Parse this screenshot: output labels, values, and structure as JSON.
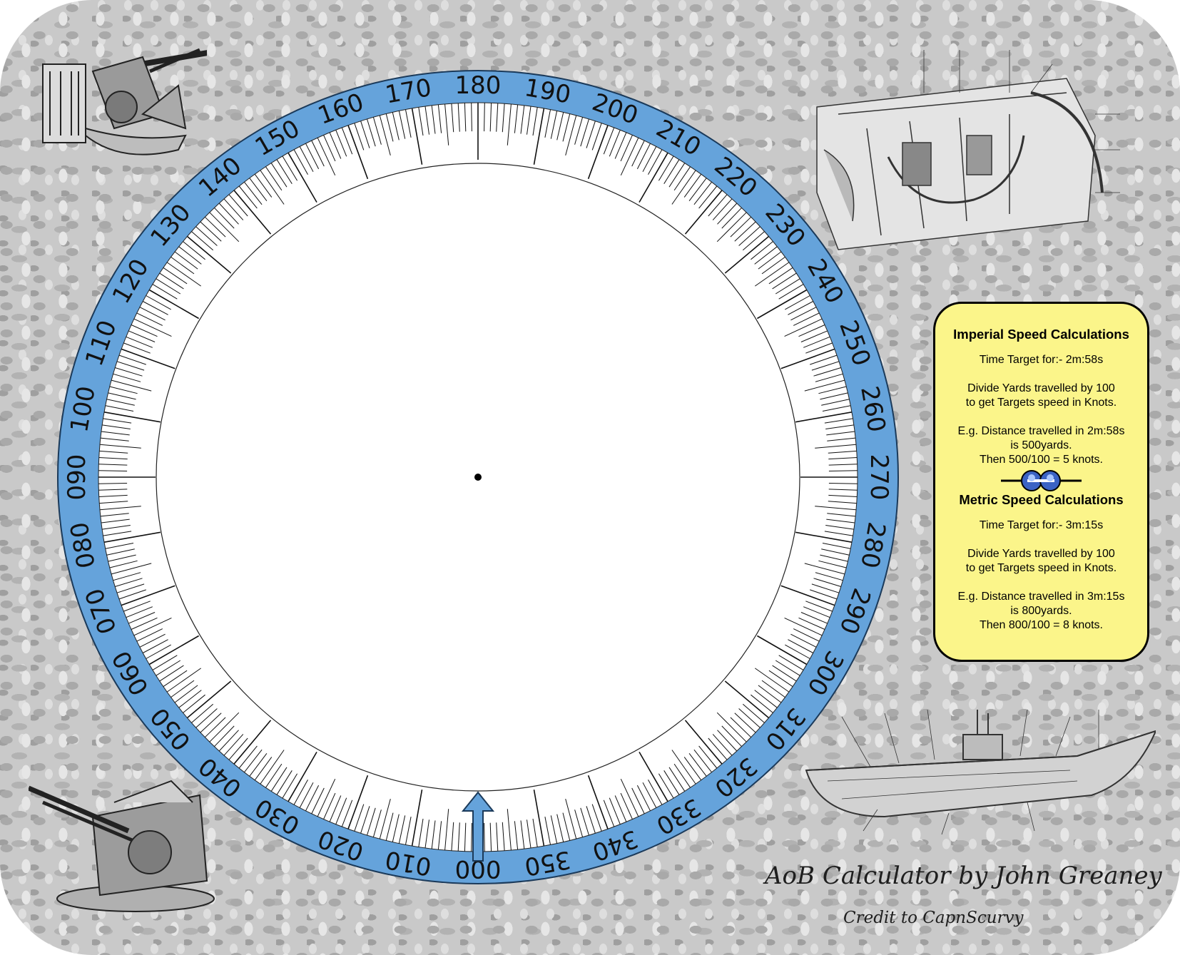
{
  "dial": {
    "labels": [
      "000",
      "010",
      "020",
      "030",
      "040",
      "050",
      "060",
      "070",
      "080",
      "090",
      "100",
      "110",
      "120",
      "130",
      "140",
      "150",
      "160",
      "170",
      "180",
      "190",
      "200",
      "210",
      "220",
      "230",
      "240",
      "250",
      "260",
      "270",
      "280",
      "290",
      "300",
      "310",
      "320",
      "330",
      "340",
      "350"
    ],
    "ring_color": "#65a3db",
    "arrow_color": "#65a3db"
  },
  "imperial": {
    "title": "Imperial Speed Calculations",
    "time_target": "Time Target for:- 2m:58s",
    "divide_line1": "Divide Yards travelled by 100",
    "divide_line2": "to get Targets speed in Knots.",
    "example_line1": "E.g. Distance travelled in 2m:58s",
    "example_line2": "is 500yards.",
    "example_line3": "Then 500/100 = 5 knots."
  },
  "metric": {
    "title": "Metric Speed Calculations",
    "time_target": "Time Target for:- 3m:15s",
    "divide_line1": "Divide Yards travelled by 100",
    "divide_line2": "to get Targets speed in Knots.",
    "example_line1": "E.g. Distance travelled in 3m:15s",
    "example_line2": "is 800yards.",
    "example_line3": "Then 800/100 = 8 knots."
  },
  "signature": {
    "author": "AoB Calculator by John Greaney",
    "credit": "Credit to CapnScurvy"
  },
  "colors": {
    "panel_bg": "#fbf58a",
    "background": "#c9c9c9"
  },
  "icons": [
    "deck-gun-illustration",
    "anchor-machinery-illustration",
    "anti-aircraft-gun-illustration",
    "submarine-illustration",
    "binoculars-icon"
  ]
}
